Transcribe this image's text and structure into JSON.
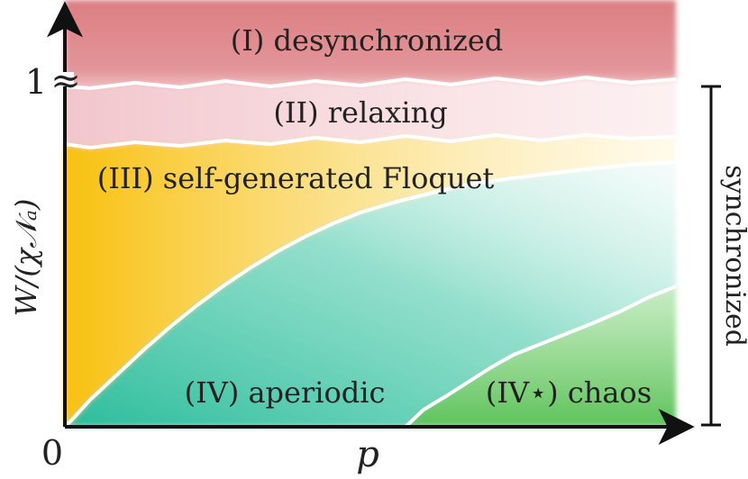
{
  "chart_data": {
    "type": "area",
    "title": "",
    "xlabel": "p",
    "ylabel": "W/(χ𝒩ₐ)",
    "x_ticks": [
      "0"
    ],
    "y_ticks": [
      "1"
    ],
    "axis_break": "≈",
    "bracket_label": "synchronized",
    "regions": [
      {
        "name": "desynchronized",
        "label": "(I) desynchronized",
        "color": "#d9777b"
      },
      {
        "name": "relaxing",
        "label": "(II) relaxing",
        "color": "#f2c9cf"
      },
      {
        "name": "self-generated-floquet",
        "label": "(III) self-generated Floquet",
        "color": "#f7c22a"
      },
      {
        "name": "aperiodic",
        "label": "(IV) aperiodic",
        "color": "#34bfa0"
      },
      {
        "name": "chaos",
        "label": "(IV⋆) chaos",
        "color": "#5fc45e"
      }
    ]
  }
}
